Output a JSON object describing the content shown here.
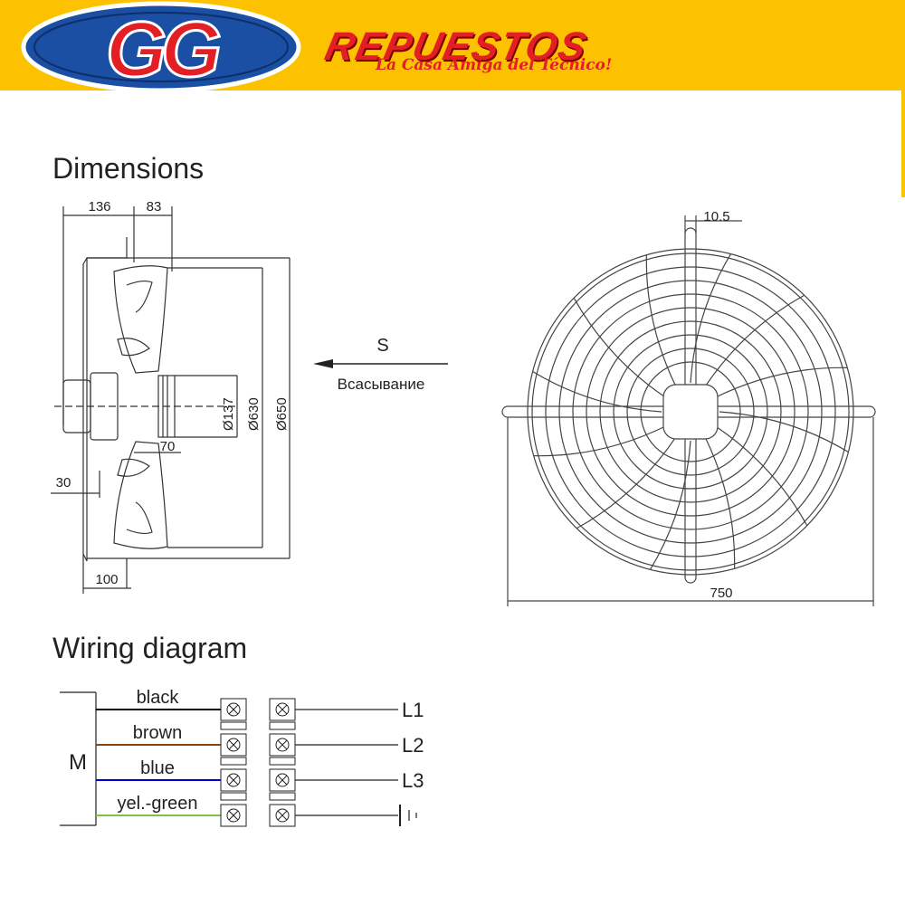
{
  "header": {
    "logo_letters": "GG",
    "brand": "REPUESTOS",
    "tagline": "La Casa Amiga del Técnico!"
  },
  "dimensions": {
    "heading": "Dimensions",
    "side_view": {
      "d136": "136",
      "d83": "83",
      "d137": "Ø137",
      "d630": "Ø630",
      "d650": "Ø650",
      "d70": "70",
      "d30": "30",
      "d100": "100"
    },
    "airflow": {
      "label": "S",
      "caption": "Всасывание"
    },
    "front_view": {
      "d10_5": "10.5",
      "d750": "750"
    }
  },
  "wiring": {
    "heading": "Wiring diagram",
    "motor_label": "M",
    "wires": [
      {
        "label": "black",
        "color": "#000000",
        "line": "L1"
      },
      {
        "label": "brown",
        "color": "#8b4513",
        "line": "L2"
      },
      {
        "label": "blue",
        "color": "#0000cc",
        "line": "L3"
      },
      {
        "label": "yel.-green",
        "color": "#7dc242",
        "line": ""
      }
    ]
  }
}
